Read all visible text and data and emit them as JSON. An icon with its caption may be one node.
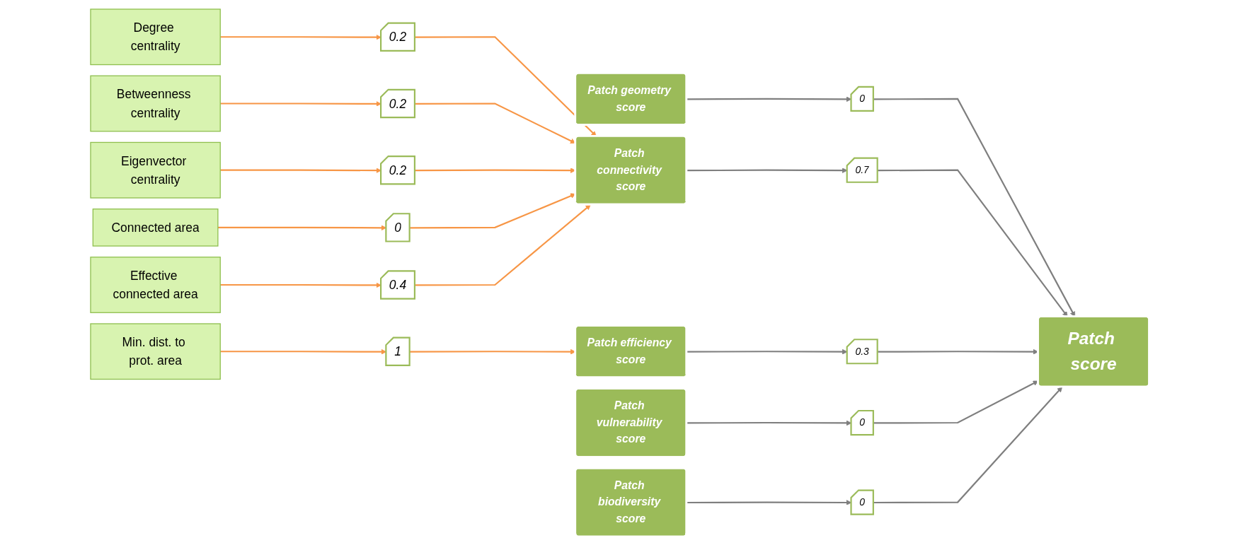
{
  "diagram": {
    "nodes": [
      {
        "text": [
          "Degree centrality"
        ]
      },
      {
        "text": [
          "0.2"
        ]
      },
      {
        "text": [
          "Betweenness centrality"
        ]
      },
      {
        "text": [
          "0.2"
        ]
      },
      {
        "text": [
          "Eigenvector centrality"
        ]
      },
      {
        "text": [
          "0.2"
        ]
      },
      {
        "text": [
          "Connected area"
        ]
      },
      {
        "text": [
          "0"
        ]
      },
      {
        "text": [
          "Effective connected area"
        ]
      },
      {
        "text": [
          "0.4"
        ]
      },
      {
        "text": [
          "Min. dist. to prot. area"
        ]
      },
      {
        "text": [
          "1"
        ]
      },
      {
        "text": [
          "Patch geometry score"
        ]
      },
      {
        "text": [
          "0"
        ]
      },
      {
        "text": [
          "Patch connectivity score"
        ]
      },
      {
        "text": [
          "0.7"
        ]
      },
      {
        "text": [
          "Patch efficiency score"
        ]
      },
      {
        "text": [
          "0.3"
        ]
      },
      {
        "text": [
          "Patch vulnerability score"
        ]
      },
      {
        "text": [
          "0"
        ]
      },
      {
        "text": [
          "Patch biodiversity score"
        ]
      },
      {
        "text": [
          "0"
        ]
      },
      {
        "text": [
          "Patch score"
        ]
      }
    ],
    "edges": [
      {
        "from": 0,
        "to": 1,
        "arrow": "to",
        "color": "#f79646"
      },
      {
        "from": 2,
        "to": 3,
        "arrow": "to",
        "color": "#f79646"
      },
      {
        "from": 4,
        "to": 5,
        "arrow": "to",
        "color": "#f79646"
      },
      {
        "from": 6,
        "to": 7,
        "arrow": "to",
        "color": "#f79646"
      },
      {
        "from": 8,
        "to": 9,
        "arrow": "to",
        "color": "#f79646"
      },
      {
        "from": 10,
        "to": 11,
        "arrow": "to",
        "color": "#f79646"
      },
      {
        "from": 1,
        "to": 14,
        "arrow": "to",
        "color": "#f79646"
      },
      {
        "from": 3,
        "to": 14,
        "arrow": "to",
        "color": "#f79646"
      },
      {
        "from": 5,
        "to": 14,
        "arrow": "to",
        "color": "#f79646"
      },
      {
        "from": 7,
        "to": 14,
        "arrow": "to",
        "color": "#f79646"
      },
      {
        "from": 9,
        "to": 14,
        "arrow": "to",
        "color": "#f79646"
      },
      {
        "from": 11,
        "to": 16,
        "arrow": "to",
        "color": "#f79646"
      },
      {
        "from": 12,
        "to": 13,
        "arrow": "to",
        "color": "#7f7f7f"
      },
      {
        "from": 14,
        "to": 15,
        "arrow": "to",
        "color": "#7f7f7f"
      },
      {
        "from": 16,
        "to": 17,
        "arrow": "to",
        "color": "#7f7f7f"
      },
      {
        "from": 18,
        "to": 19,
        "arrow": "to",
        "color": "#7f7f7f"
      },
      {
        "from": 20,
        "to": 21,
        "arrow": "to",
        "color": "#7f7f7f"
      },
      {
        "from": 13,
        "to": 22,
        "arrow": "to",
        "color": "#7f7f7f"
      },
      {
        "from": 15,
        "to": 22,
        "arrow": "to",
        "color": "#7f7f7f"
      },
      {
        "from": 17,
        "to": 22,
        "arrow": "to",
        "color": "#7f7f7f"
      },
      {
        "from": 19,
        "to": 22,
        "arrow": "to",
        "color": "#7f7f7f"
      },
      {
        "from": 21,
        "to": 22,
        "arrow": "to",
        "color": "#7f7f7f"
      }
    ]
  }
}
